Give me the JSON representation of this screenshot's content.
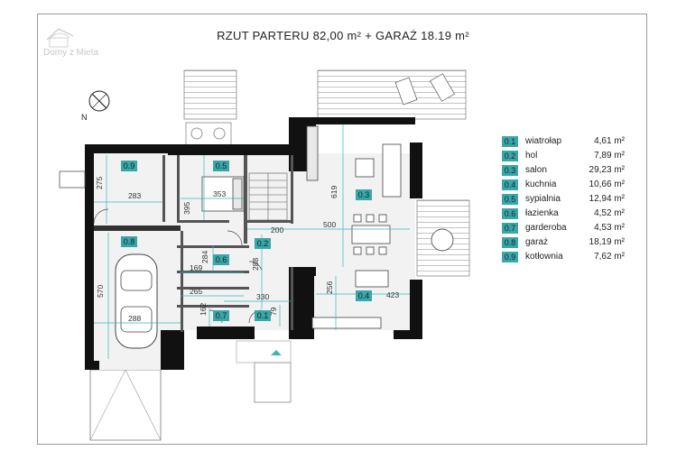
{
  "header": {
    "title": "RZUT PARTERU   82,00 m² + GARAŻ 18.19 m²"
  },
  "brand": {
    "logo_text": "Domy z Mieta",
    "colors": {
      "accent": "#3aa6a8",
      "wall": "#111111",
      "dim_line": "#35b7c0"
    }
  },
  "compass": {
    "label": "N"
  },
  "room_tags": [
    "0.9",
    "0.5",
    "0.3",
    "0.8",
    "0.2",
    "0.6",
    "0.4",
    "0.7",
    "0.1"
  ],
  "dimensions": [
    "275",
    "283",
    "353",
    "395",
    "200",
    "500",
    "619",
    "570",
    "288",
    "169",
    "284",
    "288",
    "265",
    "330",
    "162",
    "79",
    "256",
    "423"
  ],
  "legend": [
    {
      "code": "0.1",
      "name": "wiatrołap",
      "area": "4,61 m²"
    },
    {
      "code": "0.2",
      "name": "hol",
      "area": "7,89 m²"
    },
    {
      "code": "0.3",
      "name": "salon",
      "area": "29,23 m²"
    },
    {
      "code": "0.4",
      "name": "kuchnia",
      "area": "10,66 m²"
    },
    {
      "code": "0.5",
      "name": "sypialnia",
      "area": "12,94 m²"
    },
    {
      "code": "0.6",
      "name": "łazienka",
      "area": "4,52 m²"
    },
    {
      "code": "0.7",
      "name": "garderoba",
      "area": "4,53 m²"
    },
    {
      "code": "0.8",
      "name": "garaż",
      "area": "18,19 m²"
    },
    {
      "code": "0.9",
      "name": "kotłownia",
      "area": "7,62 m²"
    }
  ]
}
